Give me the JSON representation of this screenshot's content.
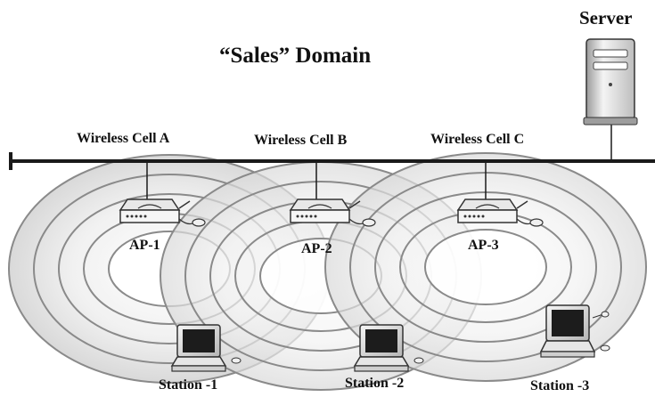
{
  "title": "“Sales” Domain",
  "server": {
    "label": "Server",
    "icon": "server-tower-icon"
  },
  "cells": [
    {
      "label": "Wireless Cell A"
    },
    {
      "label": "Wireless Cell B"
    },
    {
      "label": "Wireless Cell C"
    }
  ],
  "access_points": [
    {
      "label": "AP-1",
      "icon": "access-point-icon"
    },
    {
      "label": "AP-2",
      "icon": "access-point-icon"
    },
    {
      "label": "AP-3",
      "icon": "access-point-icon"
    }
  ],
  "stations": [
    {
      "label": "Station -1",
      "icon": "desktop-computer-icon"
    },
    {
      "label": "Station -2",
      "icon": "desktop-computer-icon"
    },
    {
      "label": "Station -3",
      "icon": "desktop-computer-icon"
    }
  ],
  "colors": {
    "backbone": "#1a1a1a",
    "ring_stroke": "#8a8a8a",
    "ring_fill": "#e9e9e9",
    "text": "#111111"
  }
}
